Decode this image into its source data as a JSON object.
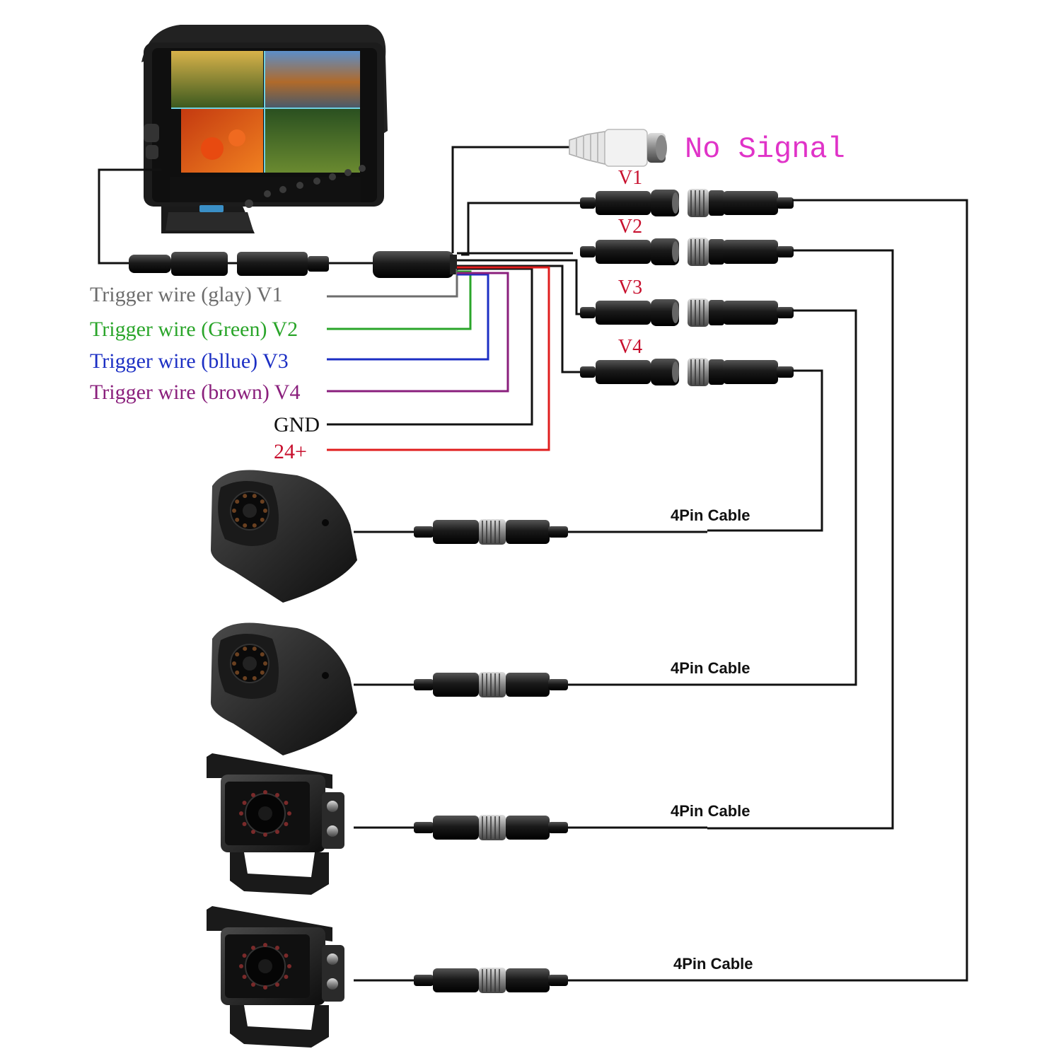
{
  "colors": {
    "wire": "#111111",
    "gray": "#6d6d6d",
    "green": "#2aa52a",
    "blue": "#1c2fc4",
    "brown": "#8a1f7c",
    "red": "#e01e1e",
    "magenta": "#e033c8",
    "vlabel": "#c8102e"
  },
  "no_signal": "No Signal",
  "channels": [
    "V1",
    "V2",
    "V3",
    "V4"
  ],
  "trigger_wires": [
    {
      "text": "Trigger wire (glay) V1",
      "color": "#6d6d6d"
    },
    {
      "text": "Trigger wire (Green) V2",
      "color": "#2aa52a"
    },
    {
      "text": "Trigger wire (bllue) V3",
      "color": "#1c2fc4"
    },
    {
      "text": "Trigger wire (brown) V4",
      "color": "#8a1f7c"
    },
    {
      "text": "GND",
      "color": "#111111"
    },
    {
      "text": "24+",
      "color": "#c8102e"
    }
  ],
  "cable_label": "4Pin Cable",
  "cameras": [
    {
      "kind": "side-mount-camera"
    },
    {
      "kind": "side-mount-camera"
    },
    {
      "kind": "rear-view-camera"
    },
    {
      "kind": "rear-view-camera"
    }
  ],
  "monitor": {
    "kind": "quad-view-monitor"
  }
}
